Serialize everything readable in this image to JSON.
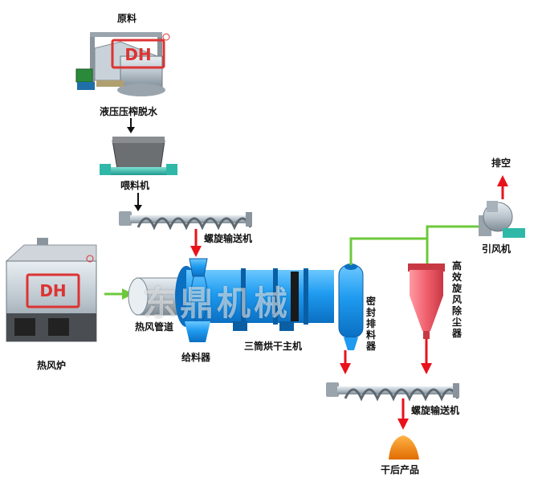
{
  "labels": {
    "raw_material": "原料",
    "press_dewater": "液压压榨脱水",
    "feeder": "喂料机",
    "screw_conveyor_top": "螺旋输送机",
    "exhaust": "排空",
    "induced_fan": "引风机",
    "cyclone": "高效旋风除尘器",
    "seal_discharge": "密封排料器",
    "hot_air_duct": "热风管道",
    "hot_air_furnace": "热风炉",
    "feeder_device": "给料器",
    "dryer": "三筒烘干主机",
    "screw_conveyor_bottom": "螺旋输送机",
    "product": "干后产品"
  },
  "watermark": "东鼎机械",
  "colors": {
    "arrow_red": "#e8121b",
    "arrow_black": "#111111",
    "pipe_green": "#6cc93a",
    "dryer_blue": "#1e9bf0",
    "cyclone_pink": "#f0606e",
    "product_orange": "#f28a10",
    "machine_teal": "#2fb8a8"
  }
}
